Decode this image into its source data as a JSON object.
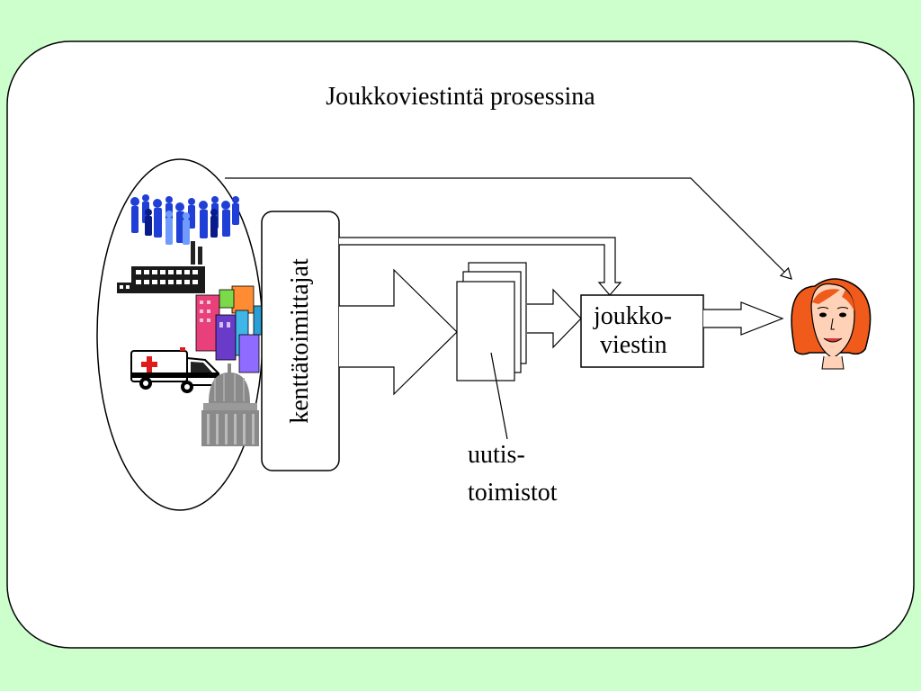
{
  "title": "Joukkoviestintä prosessina",
  "nodes": {
    "field_reporters": "kenttätoimittajat",
    "news_agencies_line1": "uutis-",
    "news_agencies_line2": "toimistot",
    "mass_medium_line1": "joukko-",
    "mass_medium_line2": "viestin"
  },
  "colors": {
    "background": "#ccffcc",
    "panel": "#ffffff",
    "stroke": "#000000",
    "crowd": "#1f3fd6",
    "hair": "#f05a1a",
    "skin": "#ffd2b8"
  },
  "icons": [
    "crowd-icon",
    "factory-icon",
    "city-buildings-icon",
    "ambulance-icon",
    "capitol-dome-icon",
    "woman-face-icon"
  ]
}
